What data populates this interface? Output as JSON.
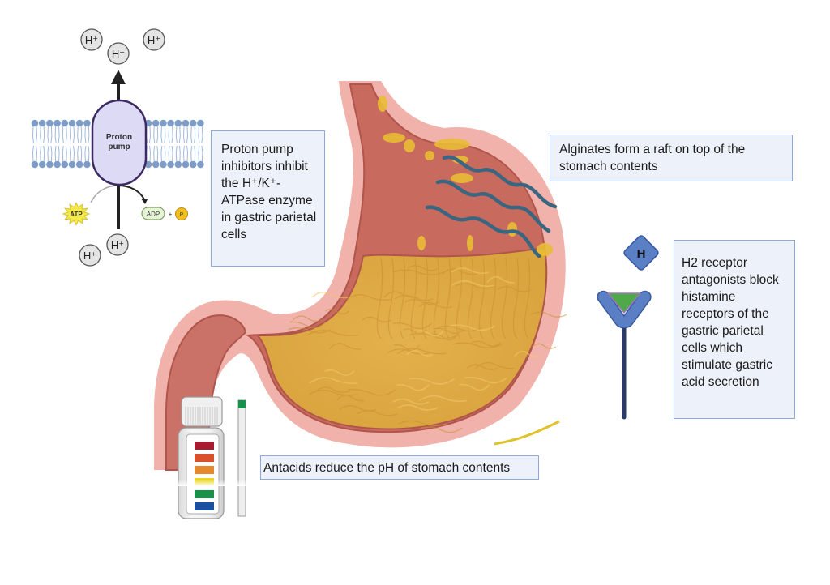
{
  "proton_pump": {
    "label_line1": "Proton",
    "label_line2": "pump",
    "ion_label": "H⁺",
    "atp_label": "ATP",
    "adp_label": "ADP",
    "plus": "+",
    "phosphate_label": "P"
  },
  "callouts": {
    "ppi": "Proton pump inhibitors inhibit the H⁺/K⁺-ATPase enzyme  in gastric parietal cells",
    "alginates": "Alginates form a raft on top of the stomach contents",
    "h2": "H2 receptor antagonists block histamine receptors of the gastric parietal cells which stimulate gastric acid secretion",
    "antacids": "Antacids reduce the pH of stomach contents"
  },
  "histamine": {
    "label": "H"
  },
  "colors": {
    "membrane_head": "#7d9dc8",
    "pump_fill": "#dcdaf5",
    "pump_stroke": "#3d2a63",
    "stomach_outer": "#f0b2aa",
    "stomach_mucosa": "#c96a5f",
    "stomach_contents": "#dda942",
    "alginate_strand": "#3a6680",
    "receptor": "#5b7fc4",
    "receptor_green": "#4fa84a",
    "callout_bg": "#edf2fa",
    "callout_border": "#8fa9d8",
    "ph_colors": [
      "#a61c2e",
      "#d9502b",
      "#e8882c",
      "#ead723",
      "#17924a",
      "#1b4fa0"
    ]
  }
}
